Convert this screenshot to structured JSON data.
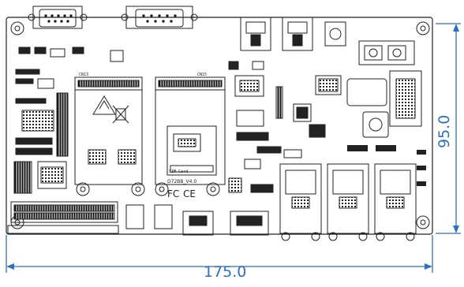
{
  "drawing": {
    "width_label": "175.0",
    "height_label": "95.0",
    "dimension_color": "#2f6fc0"
  },
  "board_markings": {
    "board_version": "D72BB_V4.0",
    "ce_mark": "CE",
    "fc_mark": "FC",
    "sim_card": "SIM Card",
    "mini_pcie_1": "CN13",
    "mini_pcie_2": "CN15"
  }
}
